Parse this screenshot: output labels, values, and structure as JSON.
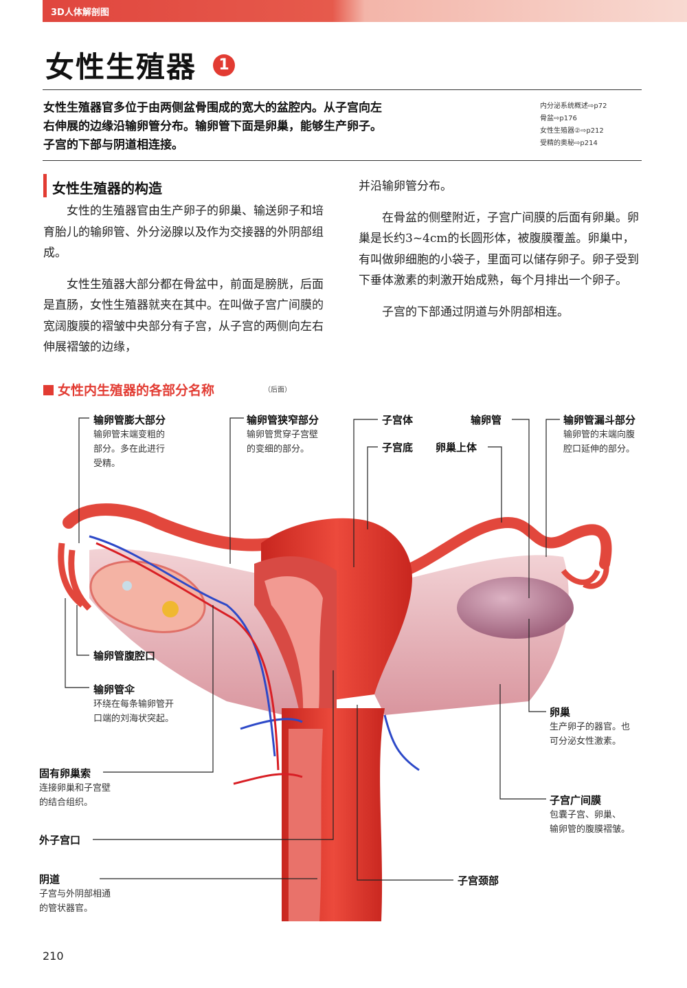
{
  "header": {
    "section": "3D人体解剖图"
  },
  "title": "女性生殖器",
  "title_number": "1",
  "intro": [
    "女性生殖器官多位于由两侧盆骨围成的宽大的盆腔内。从子宫向左",
    "右伸展的边缘沿输卵管分布。输卵管下面是卵巢，能够生产卵子。",
    "子宫的下部与阴道相连接。"
  ],
  "refs": [
    "内分泌系统概述⇨p72",
    "骨盆⇨p176",
    "女性生殖器②⇨p212",
    "受精的奥秘⇨p214"
  ],
  "section_title": "女性生殖器的构造",
  "left_paragraphs": [
    "女性的生殖器官由生产卵子的卵巢、输送卵子和培育胎儿的输卵管、外分泌腺以及作为交接器的外阴部组成。",
    "女性生殖器大部分都在骨盆中，前面是膀胱，后面是直肠，女性生殖器就夹在其中。在叫做子宫广间膜的宽阔腹膜的褶皱中央部分有子宫，从子宫的两侧向左右伸展褶皱的边缘，"
  ],
  "right_paragraphs": [
    "并沿输卵管分布。",
    "在骨盆的侧壁附近，子宫广间膜的后面有卵巢。卵巢是长约3~4cm的长圆形体，被腹膜覆盖。卵巢中，有叫做卵细胞的小袋子，里面可以储存卵子。卵子受到下垂体激素的刺激开始成熟，每个月排出一个卵子。",
    "子宫的下部通过阴道与外阴部相连。"
  ],
  "figure": {
    "title": "女性内生殖器的各部分名称",
    "subtitle": "（后面）"
  },
  "labels": {
    "ampulla": {
      "name": "输卵管膨大部分",
      "desc": [
        "输卵管末端变粗的",
        "部分。多在此进行",
        "受精。"
      ]
    },
    "isthmus": {
      "name": "输卵管狭窄部分",
      "desc": [
        "输卵管贯穿子宫壁",
        "的变细的部分。"
      ]
    },
    "uterus_body": {
      "name": "子宫体"
    },
    "fundus": {
      "name": "子宫底"
    },
    "oviduct": {
      "name": "输卵管"
    },
    "epoophoron": {
      "name": "卵巢上体"
    },
    "infundibulum": {
      "name": "输卵管漏斗部分",
      "desc": [
        "输卵管的末端向腹",
        "腔口延伸的部分。"
      ]
    },
    "abdominal_ostium": {
      "name": "输卵管腹腔口"
    },
    "fimbriae": {
      "name": "输卵管伞",
      "desc": [
        "环绕在每条输卵管开",
        "口端的刘海状突起。"
      ]
    },
    "ovary": {
      "name": "卵巢",
      "desc": [
        "生产卵子的器官。也",
        "可分泌女性激素。"
      ]
    },
    "ovarian_ligament": {
      "name": "固有卵巢索",
      "desc": [
        "连接卵巢和子宫壁",
        "的结合组织。"
      ]
    },
    "broad_ligament": {
      "name": "子宫广间膜",
      "desc": [
        "包囊子宫、卵巢、",
        "输卵管的腹膜褶皱。"
      ]
    },
    "external_os": {
      "name": "外子宫口"
    },
    "vagina": {
      "name": "阴道",
      "desc": [
        "子宫与外阴部相通",
        "的管状器官。"
      ]
    },
    "cervix": {
      "name": "子宫颈部"
    }
  },
  "page_number": "210",
  "colors": {
    "accent": "#e23b32",
    "organ": "#e8463b",
    "ovary": "#b9809a",
    "membrane": "#e9b6bd"
  }
}
